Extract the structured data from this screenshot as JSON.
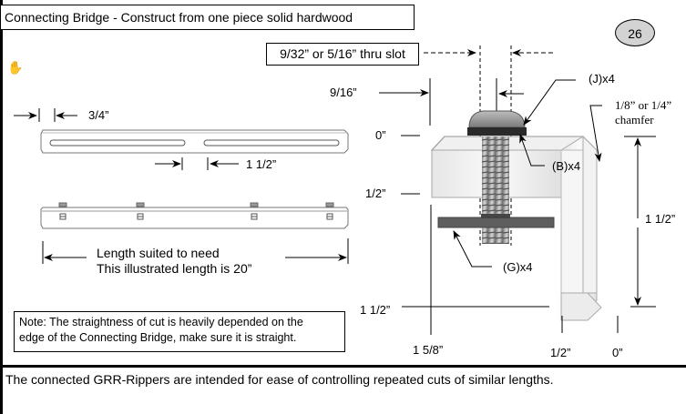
{
  "header": {
    "title": "Connecting Bridge - Construct from one piece solid hardwood",
    "page_number": "26",
    "cursor_icon": "hand-cursor-icon"
  },
  "top_view": {
    "end_offset_label": "3/4”",
    "slot_gap_label": "1 1/2”"
  },
  "side_view": {
    "length_line1": "Length suited to need",
    "length_line2": "This illustrated length is 20”",
    "bolt_count": 4
  },
  "cross_section": {
    "slot_label": "9/32” or 5/16” thru slot",
    "slot_offset_label": "9/16”",
    "parts": [
      {
        "id": "J",
        "label": "(J)x4"
      },
      {
        "id": "B",
        "label": "(B)x4"
      },
      {
        "id": "G",
        "label": "(G)x4"
      }
    ],
    "chamfer_line1": "1/8” or 1/4”",
    "chamfer_line2": "chamfer",
    "vertical_marks": [
      "0”",
      "1/2”",
      "1 1/2”"
    ],
    "horizontal_marks": [
      "1 5/8”",
      "1/2”",
      "0”"
    ],
    "height_label": "1 1/2”"
  },
  "note": {
    "line1": "Note: The straightness of cut is heavily depended on the",
    "line2": "edge of the Connecting Bridge, make sure it is straight."
  },
  "footer": {
    "text": "The connected GRR-Rippers are intended for ease of controlling repeated cuts of similar lengths."
  },
  "colors": {
    "badge_fill": "#d3d3d3",
    "wood": "#f2f2f2",
    "washer": "#555555",
    "bolt": "#8a8a8a"
  }
}
